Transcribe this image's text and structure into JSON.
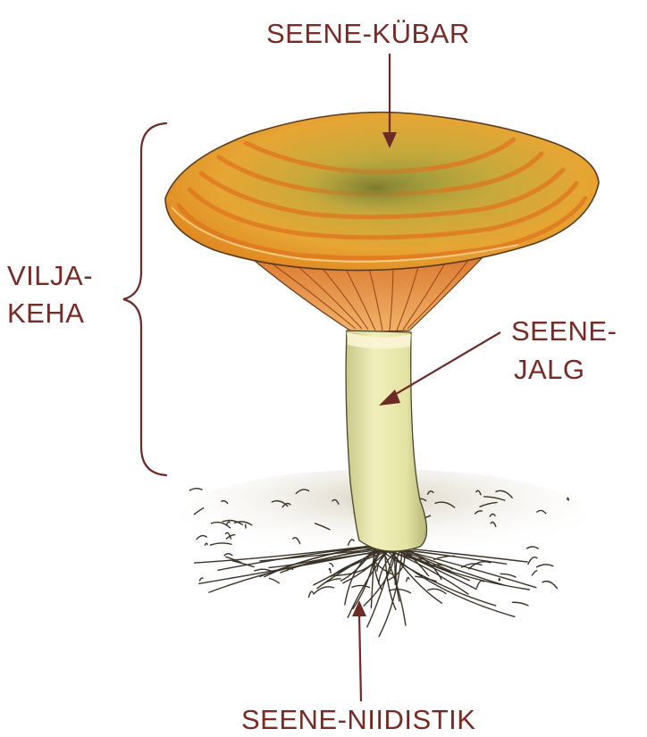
{
  "diagram": {
    "labels": {
      "cap": "SEENE-KÜBAR",
      "fruiting_body_line1": "VILJA-",
      "fruiting_body_line2": "KEHA",
      "stem_line1": "SEENE-",
      "stem_line2": "JALG",
      "mycelium": "SEENE-NIIDISTIK"
    },
    "colors": {
      "label_text": "#7a2a24",
      "arrow": "#6e2a26",
      "brace": "#6e2a26",
      "cap_base": "#e8a232",
      "cap_stripe": "#e0741e",
      "cap_center": "#a79a3e",
      "gills": "#e08a3a",
      "stem": "#e7e6a6",
      "mycelium": "#3a3226"
    }
  }
}
